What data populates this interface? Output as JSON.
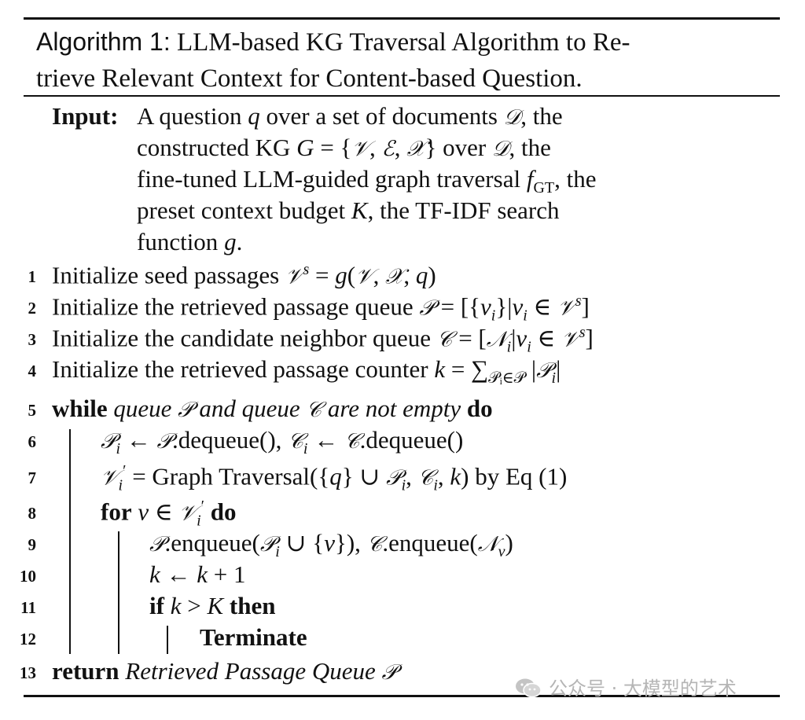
{
  "caption": {
    "label": "Algorithm 1:",
    "line1": "LLM-based KG Traversal Algorithm to Re-",
    "line2": "trieve Relevant Context for Content-based Question."
  },
  "input": {
    "label": "Input:",
    "l1_a": "A question ",
    "l1_q": "q",
    "l1_b": " over a set of documents ",
    "l1_D": "𝒟",
    "l1_c": ", the",
    "l2_a": "constructed KG ",
    "l2_G": "G",
    "l2_b": " = {",
    "l2_V": "𝒱",
    "l2_c": ", ",
    "l2_E": "ℰ",
    "l2_d": ", ",
    "l2_X": "𝒳",
    "l2_e": "} over ",
    "l2_D": "𝒟",
    "l2_f": ", the",
    "l3_a": "fine-tuned LLM-guided graph traversal ",
    "l3_f": "f",
    "l3_sub": "GT",
    "l3_b": ", the",
    "l4_a": "preset context budget ",
    "l4_K": "K",
    "l4_b": ", the TF-IDF search",
    "l5_a": "function ",
    "l5_g": "g",
    "l5_b": "."
  },
  "steps": {
    "n1": "1",
    "n2": "2",
    "n3": "3",
    "n4": "4",
    "n5": "5",
    "n6": "6",
    "n7": "7",
    "n8": "8",
    "n9": "9",
    "n10": "10",
    "n11": "11",
    "n12": "12",
    "n13": "13",
    "s1_a": "Initialize seed passages ",
    "s1_V": "𝒱",
    "s1_sup": "s",
    "s1_b": " = ",
    "s1_g": "g",
    "s1_c": "(",
    "s1_V2": "𝒱",
    "s1_d": ", ",
    "s1_X": "𝒳",
    "s1_e": ", ",
    "s1_q": "q",
    "s1_f": ")",
    "s2_a": "Initialize the retrieved passage queue ",
    "s2_P": "𝒫",
    "s2_b": " = [{",
    "s2_v": "v",
    "s2_sub": "i",
    "s2_c": "}|",
    "s2_v2": "v",
    "s2_sub2": "i",
    "s2_d": " ∈ ",
    "s2_V": "𝒱",
    "s2_sup": "s",
    "s2_e": "]",
    "s3_a": "Initialize the candidate neighbor queue ",
    "s3_C": "𝒞",
    "s3_b": " = [",
    "s3_N": "𝒩",
    "s3_sub": "i",
    "s3_c": "|",
    "s3_v": "v",
    "s3_sub2": "i",
    "s3_d": " ∈ ",
    "s3_V": "𝒱",
    "s3_sup": "s",
    "s3_e": "]",
    "s4_a": "Initialize the retrieved passage counter ",
    "s4_k": "k",
    "s4_b": " = ∑",
    "s4_sub": "𝒫ᵢ∈𝒫",
    "s4_c": " |",
    "s4_P": "𝒫",
    "s4_sub2": "i",
    "s4_d": "|",
    "s5_kw1": "while",
    "s5_a": " queue ",
    "s5_P": "𝒫",
    "s5_b": " and queue ",
    "s5_C": "𝒞",
    "s5_c": " are not empty ",
    "s5_kw2": "do",
    "s6_P": "𝒫",
    "s6_sub": "i",
    "s6_a": " ← ",
    "s6_P2": "𝒫",
    "s6_b": ".dequeue(), ",
    "s6_C": "𝒞",
    "s6_sub2": "i",
    "s6_c": " ← ",
    "s6_C2": "𝒞",
    "s6_d": ".dequeue()",
    "s7_V": "𝒱",
    "s7_sub": "i",
    "s7_sup": "′",
    "s7_a": " = Graph Traversal({",
    "s7_q": "q",
    "s7_b": "} ∪ ",
    "s7_P": "𝒫",
    "s7_sub2": "i",
    "s7_c": ", ",
    "s7_C": "𝒞",
    "s7_sub3": "i",
    "s7_d": ", ",
    "s7_k": "k",
    "s7_e": ") by Eq (1)",
    "s8_kw1": "for",
    "s8_a": " ",
    "s8_v": "v",
    "s8_b": " ∈ ",
    "s8_V": "𝒱",
    "s8_sub": "i",
    "s8_sup": "′",
    "s8_c": " ",
    "s8_kw2": "do",
    "s9_P": "𝒫",
    "s9_a": ".enqueue(",
    "s9_P2": "𝒫",
    "s9_sub": "i",
    "s9_b": " ∪ {",
    "s9_v": "v",
    "s9_c": "}), ",
    "s9_C": "𝒞",
    "s9_d": ".enqueue(",
    "s9_N": "𝒩",
    "s9_sub2": "v",
    "s9_e": ")",
    "s10_k": "k",
    "s10_a": " ← ",
    "s10_k2": "k",
    "s10_b": " + 1",
    "s11_kw1": "if",
    "s11_a": " ",
    "s11_k": "k",
    "s11_b": " > ",
    "s11_K": "K",
    "s11_c": " ",
    "s11_kw2": "then",
    "s12_kw": "Terminate",
    "s13_kw": "return",
    "s13_a": " Retrieved Passage Queue ",
    "s13_P": "𝒫"
  },
  "watermark": {
    "text": "公众号 · 大模型的艺术",
    "icon": "wechat-icon"
  }
}
